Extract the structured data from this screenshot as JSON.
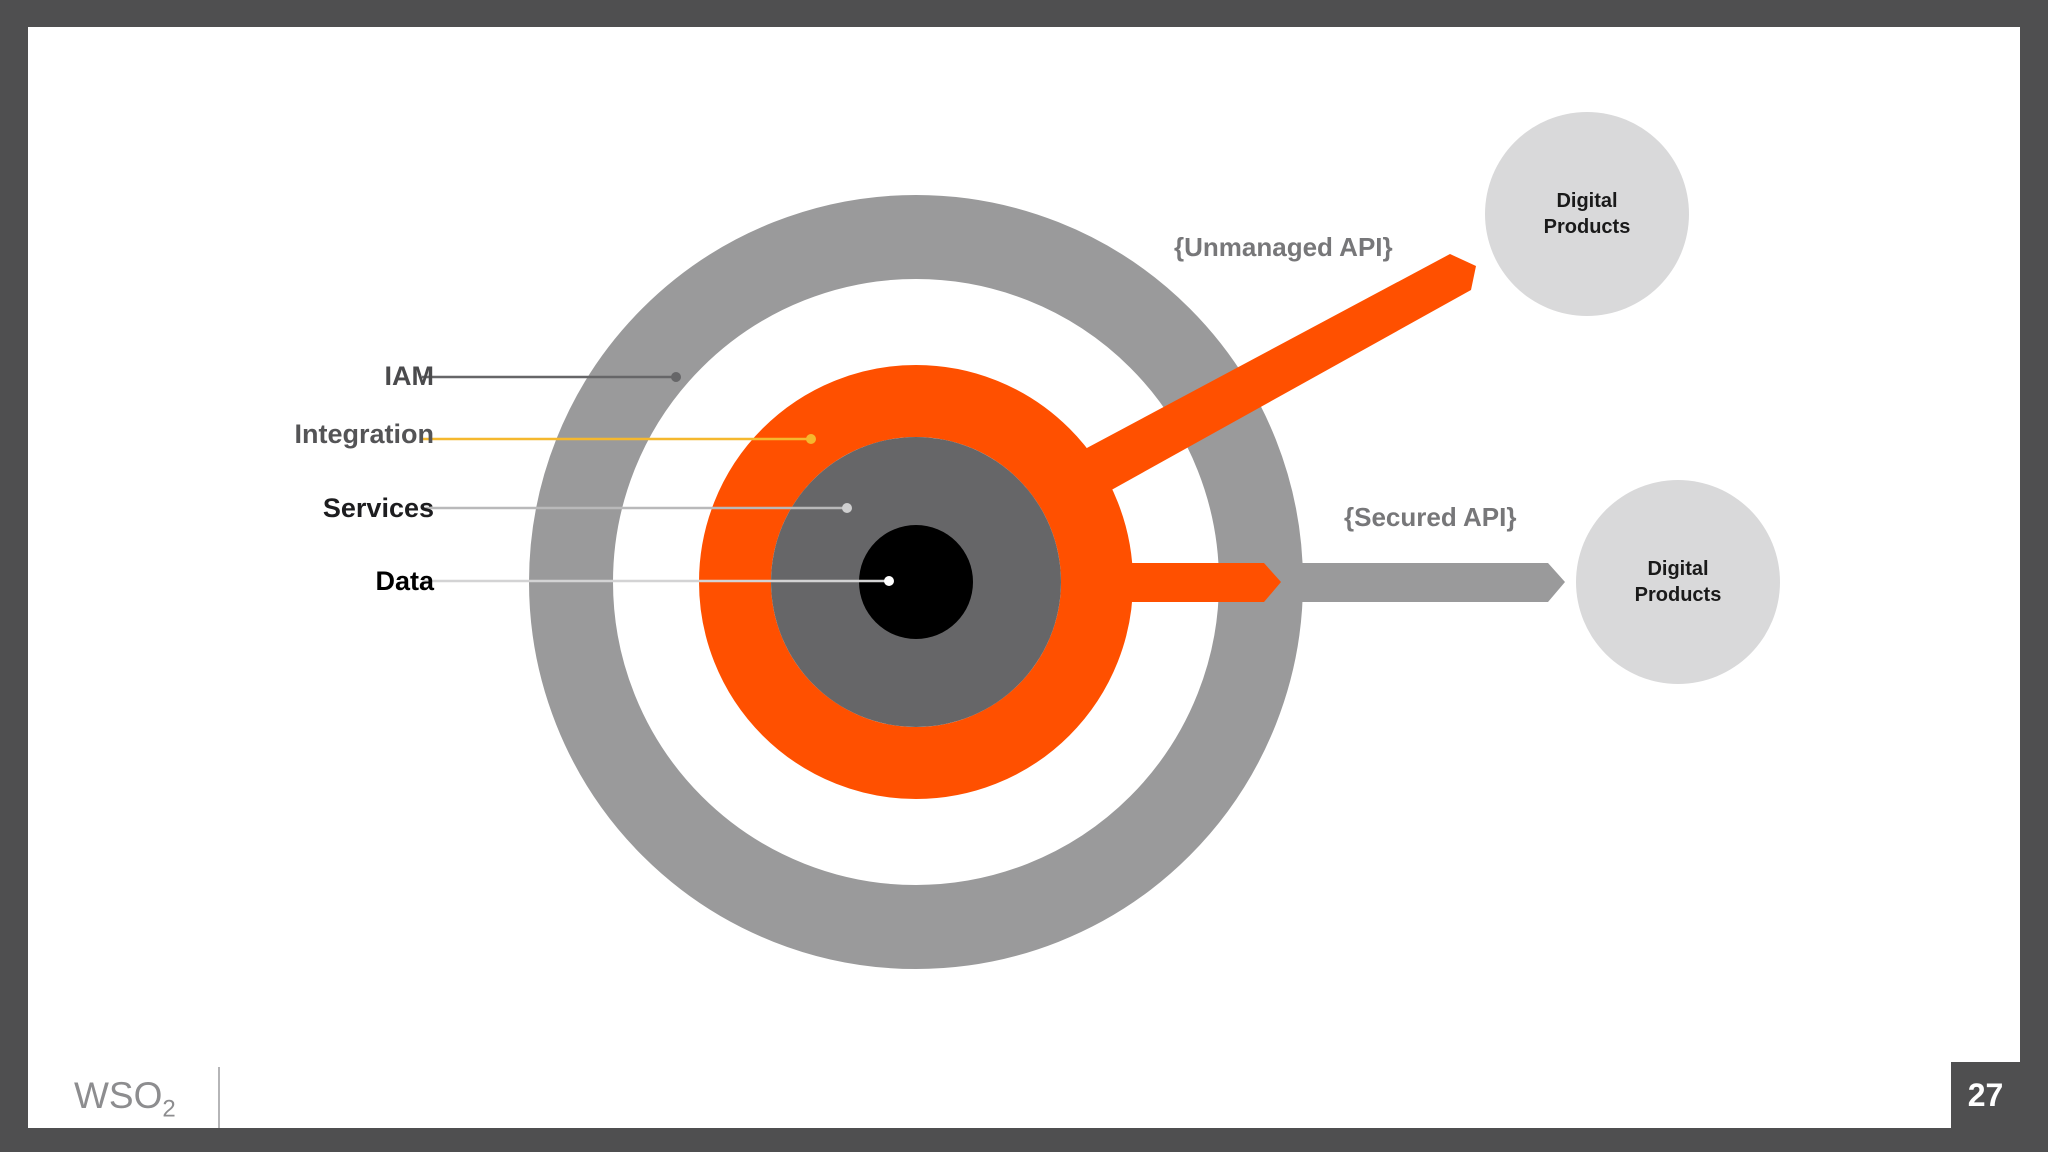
{
  "layers": {
    "iam": "IAM",
    "integration": "Integration",
    "services": "Services",
    "data": "Data"
  },
  "apis": {
    "unmanaged": "{Unmanaged API}",
    "secured": "{Secured API}"
  },
  "products": {
    "top": "Digital Products",
    "bottom": "Digital Products"
  },
  "footer": {
    "logo_text": "WSO",
    "logo_sub": "2",
    "page_number": "27"
  },
  "colors": {
    "iam_ring": "#9a9a9b",
    "integration_ring": "#ff5000",
    "services_ring": "#666668",
    "data_core": "#000000",
    "iam_leader": "#666668",
    "integration_leader": "#f5b82e",
    "services_leader": "#b9b9ba",
    "data_leader": "#d3d3d4",
    "product_circle": "#d9d9da",
    "frame": "#4f4f50"
  }
}
